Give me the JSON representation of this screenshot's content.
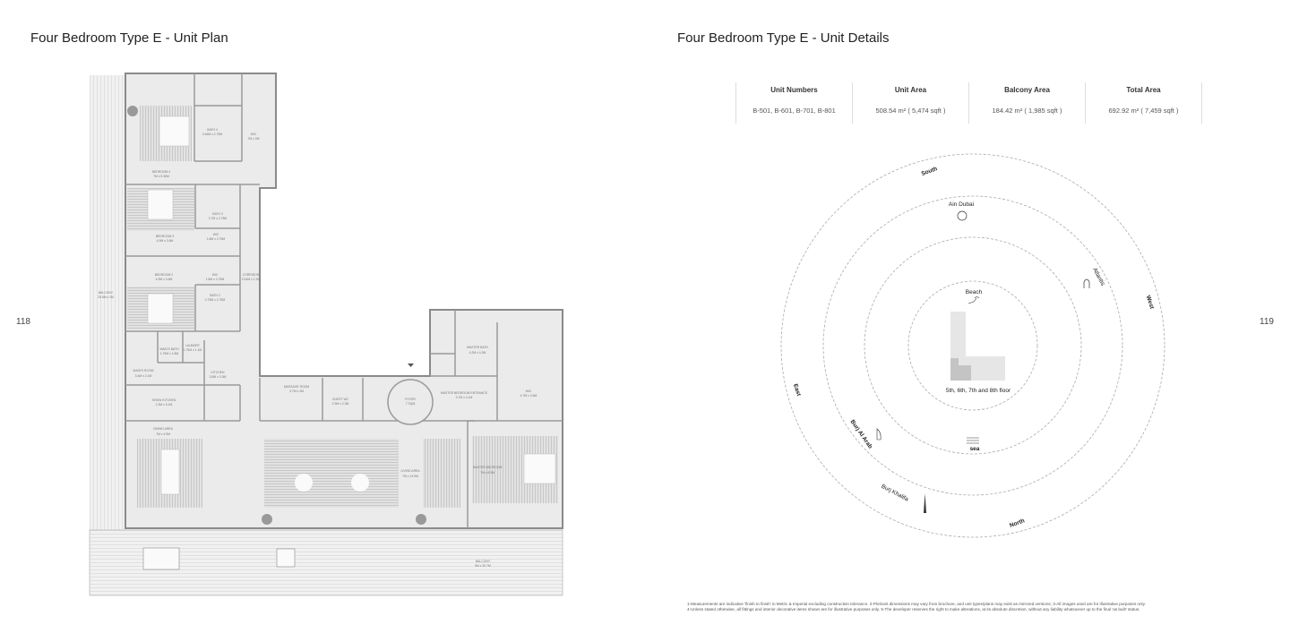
{
  "left_page": {
    "title": "Four Bedroom Type E - Unit Plan",
    "page_number": "118",
    "rooms": [
      {
        "name": "BEDROOM 4",
        "dims": "7M x 5.36M"
      },
      {
        "name": "BATH 4",
        "dims": "3.46M x 2.75M"
      },
      {
        "name": "WIC",
        "dims": "7M x 2M"
      },
      {
        "name": "BATH 3",
        "dims": "2.7M x 2.75M"
      },
      {
        "name": "WIC",
        "dims": "1.8M x 2.75M"
      },
      {
        "name": "BEDROOM 3",
        "dims": "4.9M x 3.6M"
      },
      {
        "name": "BEDROOM 2",
        "dims": "4.9M x 3.6M"
      },
      {
        "name": "WIC",
        "dims": "1.8M x 2.75M"
      },
      {
        "name": "CORRIDOR",
        "dims": "13.6M x 1.2M"
      },
      {
        "name": "BATH 2",
        "dims": "2.75M x 2.75M"
      },
      {
        "name": "BALCONY",
        "dims": "25.8M x 2M"
      },
      {
        "name": "MAID'S BATH",
        "dims": "1.75M x 1.8M"
      },
      {
        "name": "LAUNDRY",
        "dims": "1.75M x 1.1M"
      },
      {
        "name": "MAID'S ROOM",
        "dims": "3.4M x 2.1M"
      },
      {
        "name": "KITCHEN",
        "dims": "3.8M x 3.3M"
      },
      {
        "name": "SHOW KITCHEN",
        "dims": "2.3M x 5.1M"
      },
      {
        "name": "DINING AREA",
        "dims": "7M x 4.9M"
      },
      {
        "name": "MASSAGE ROOM",
        "dims": "3.7M x 4M"
      },
      {
        "name": "GUEST WC",
        "dims": "2.3M x 2.3M"
      },
      {
        "name": "FOYER",
        "dims": "7 SQM"
      },
      {
        "name": "MASTER BEDROOM ENTRANCE",
        "dims": "3.7M x 4.1M"
      },
      {
        "name": "MASTER BATH",
        "dims": "4.2M x 4.3M"
      },
      {
        "name": "WIC",
        "dims": "4.7M x 3.6M"
      },
      {
        "name": "LIVING AREA",
        "dims": "7M x 14.9M"
      },
      {
        "name": "MASTER BEDROOM",
        "dims": "7M x 6.9M"
      },
      {
        "name": "BALCONY",
        "dims": "5M x 30.7M"
      }
    ]
  },
  "right_page": {
    "title": "Four Bedroom Type E - Unit Details",
    "page_number": "119",
    "table": {
      "headers": [
        "Unit Numbers",
        "Unit Area",
        "Balcony Area",
        "Total Area"
      ],
      "values": [
        "B-501, B-601, B-701, B-801",
        "508.54 m² ( 5,474 sqft )",
        "184.42 m² ( 1,985 sqft )",
        "692.92 m² ( 7,459 sqft )"
      ]
    },
    "compass": {
      "directions": [
        "South",
        "West",
        "North",
        "East"
      ],
      "landmarks": [
        "Ain Dubai",
        "Atlantis",
        "Beach",
        "sea",
        "Burj Al Arab",
        "Burj Khalifa"
      ],
      "floor_label": "5th, 6th, 7th and 8th floor"
    },
    "footnote_line1": "1-Measurements are indicative 'finish to finish' in Metric & Imperial excluding construction tolerance. 2-Plot/unit dimensions may vary from brochure, and unit types/plans may exist as mirrored versions; 3-All images used are for illustrative purposes only.",
    "footnote_line2": "4-Unless stated otherwise, all fittings and interior decorative items shown are for illustrative purposes only. 5-The developer reserves the right to make alterations, at its absolute discretion, without any liability whatsoever up to the final 'as built' status."
  }
}
